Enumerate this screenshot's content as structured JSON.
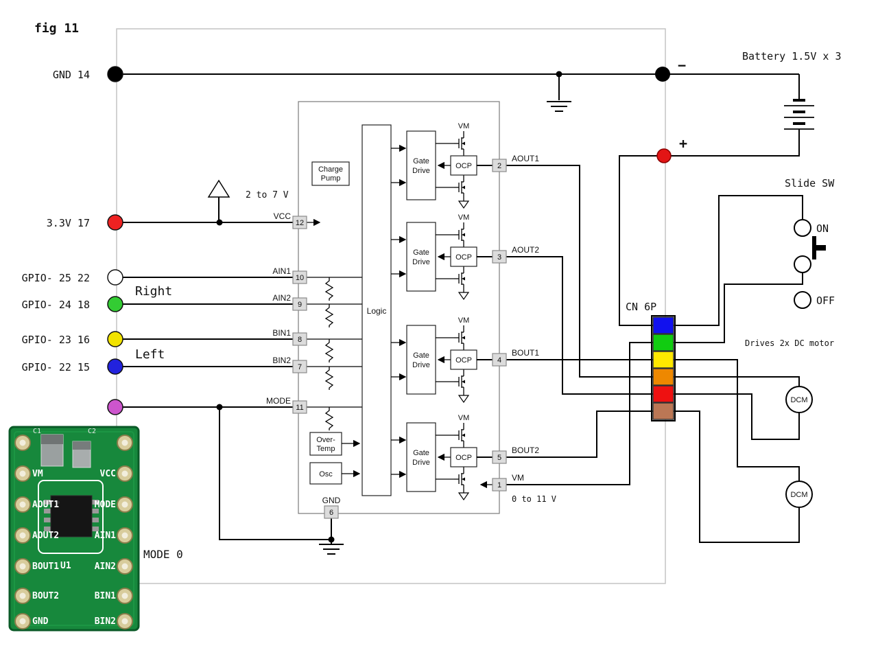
{
  "fig_title": "fig 11",
  "left_rail": {
    "pins": [
      {
        "label": "GND 14",
        "color": "#000000"
      },
      {
        "label": "3.3V 17",
        "color": "#ee2222"
      },
      {
        "label": "GPIO- 25 22",
        "color": "#ffffff"
      },
      {
        "label": "GPIO- 24 18",
        "color": "#33cc33"
      },
      {
        "label": "GPIO- 23 16",
        "color": "#f2e300"
      },
      {
        "label": "GPIO- 22 15",
        "color": "#2222dd"
      },
      {
        "label": "",
        "color": "#cc55cc"
      }
    ],
    "right_text": "Right",
    "left_text": "Left",
    "mode_text": "MODE 0"
  },
  "ic": {
    "blocks": {
      "charge_pump_1": "Charge",
      "charge_pump_2": "Pump",
      "logic": "Logic",
      "gate_1": "Gate",
      "gate_2": "Drive",
      "ocp": "OCP",
      "overtemp_1": "Over-",
      "overtemp_2": "Temp",
      "osc": "Osc"
    },
    "vm_rail": "VM",
    "vcc_range": "2 to 7 V",
    "vm_range": "0 to 11 V",
    "pins": {
      "vcc": {
        "num": "12",
        "label": "VCC"
      },
      "ain1": {
        "num": "10",
        "label": "AIN1"
      },
      "ain2": {
        "num": "9",
        "label": "AIN2"
      },
      "bin1": {
        "num": "8",
        "label": "BIN1"
      },
      "bin2": {
        "num": "7",
        "label": "BIN2"
      },
      "mode": {
        "num": "11",
        "label": "MODE"
      },
      "gnd": {
        "num": "6",
        "label": "GND"
      },
      "aout1": {
        "num": "2",
        "label": "AOUT1"
      },
      "aout2": {
        "num": "3",
        "label": "AOUT2"
      },
      "bout1": {
        "num": "4",
        "label": "BOUT1"
      },
      "bout2": {
        "num": "5",
        "label": "BOUT2"
      },
      "vm": {
        "num": "1",
        "label": "VM"
      }
    }
  },
  "power": {
    "battery_label": "Battery 1.5V x 3",
    "minus": "−",
    "plus": "+"
  },
  "switch": {
    "title": "Slide SW",
    "on": "ON",
    "off": "OFF"
  },
  "connector": {
    "label": "CN 6P",
    "pin_colors": [
      "#1111ee",
      "#11cc11",
      "#ffe800",
      "#ee8800",
      "#ee1111",
      "#bb7755"
    ]
  },
  "motors": {
    "note": "Drives 2x DC motor",
    "dcm": "DCM"
  },
  "pcb": {
    "left_labels": [
      "VM",
      "AOUT1",
      "AOUT2",
      "BOUT1",
      "BOUT2",
      "GND"
    ],
    "right_labels": [
      "VCC",
      "MODE",
      "AIN1",
      "AIN2",
      "BIN1",
      "BIN2"
    ],
    "ref": "U1",
    "c1": "C1",
    "c2": "C2"
  }
}
